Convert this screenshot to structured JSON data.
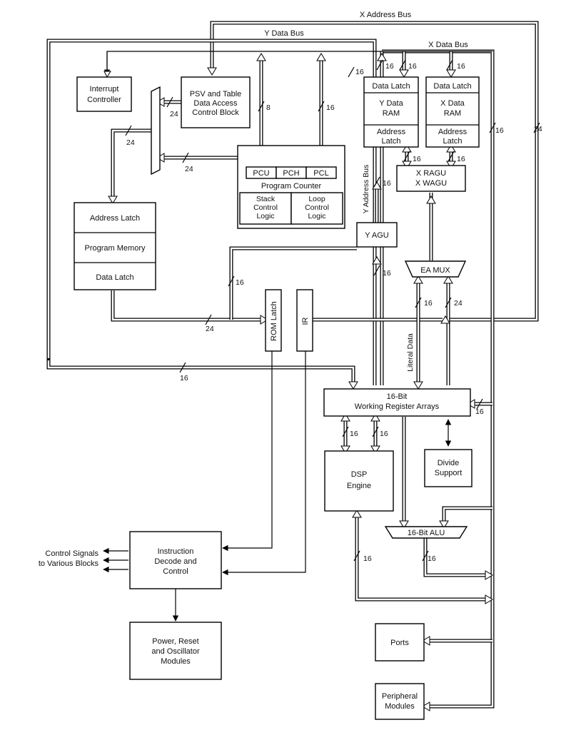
{
  "blocks": {
    "interrupt": [
      "Interrupt",
      "Controller"
    ],
    "psv": [
      "PSV and Table",
      "Data Access",
      "Control Block"
    ],
    "y_ram_latch": "Data Latch",
    "y_ram": [
      "Y Data",
      "RAM"
    ],
    "y_ram_addr": [
      "Address",
      "Latch"
    ],
    "x_ram_latch": "Data Latch",
    "x_ram": [
      "X Data",
      "RAM"
    ],
    "x_ram_addr": [
      "Address",
      "Latch"
    ],
    "pcu": "PCU",
    "pch": "PCH",
    "pcl": "PCL",
    "pc_label": "Program Counter",
    "stack": [
      "Stack",
      "Control",
      "Logic"
    ],
    "loop": [
      "Loop",
      "Control",
      "Logic"
    ],
    "xragu": [
      "X RAGU",
      "X WAGU"
    ],
    "address_latch": "Address Latch",
    "program_memory": "Program Memory",
    "data_latch": "Data Latch",
    "yagu": "Y AGU",
    "eamux": "EA MUX",
    "rom_latch": "ROM Latch",
    "ir": "IR",
    "wreg": [
      "16-Bit",
      "Working Register Arrays"
    ],
    "dsp": [
      "DSP",
      "Engine"
    ],
    "divide": [
      "Divide",
      "Support"
    ],
    "alu": "16-Bit ALU",
    "instr_decode": [
      "Instruction",
      "Decode and",
      "Control"
    ],
    "power": [
      "Power, Reset",
      "and Oscillator",
      "Modules"
    ],
    "ports": "Ports",
    "peripheral": [
      "Peripheral",
      "Modules"
    ]
  },
  "buses": {
    "x_address_bus": "X Address Bus",
    "y_data_bus": "Y Data Bus",
    "x_data_bus": "X Data Bus",
    "y_address_bus": "Y Address Bus",
    "literal_data": "Literal Data"
  },
  "widths": {
    "w16_top_a": "16",
    "w16_top_b": "16",
    "w16_top_c": "16",
    "w24_psv": "24",
    "w8_pc": "8",
    "w16_pc": "16",
    "w24_mux": "24",
    "w24_pc": "24",
    "w16_xbus": "16",
    "w24_xaddr": "24",
    "w16_ram_y": "16",
    "w16_ram_x": "16",
    "w16_yab": "16",
    "w16_yagu": "16",
    "w16_lit": "16",
    "w24_ea": "24",
    "w16_pm": "16",
    "w24_dl": "24",
    "w16_wr": "16",
    "w16_wreg_r": "16",
    "w16_dsp_a": "16",
    "w16_dsp_b": "16",
    "w16_dsp_low": "16",
    "w16_alu": "16"
  },
  "side": {
    "control_signals": [
      "Control Signals",
      "to Various Blocks"
    ]
  }
}
